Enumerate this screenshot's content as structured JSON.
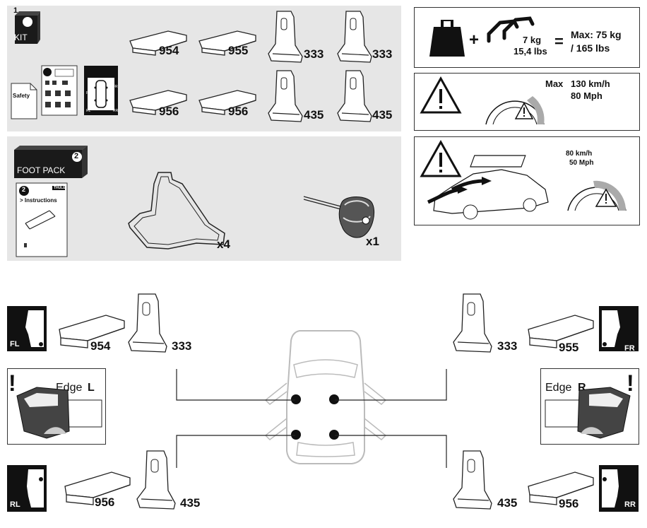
{
  "kit": {
    "step": "1",
    "title": "KIT",
    "safety_label": "Safety",
    "parts": [
      "954",
      "955",
      "333",
      "333",
      "956",
      "956",
      "435",
      "435"
    ]
  },
  "foot_pack": {
    "step": "2",
    "title": "FOOT PACK",
    "booklet_step": "2",
    "booklet_label": "> Instructions",
    "booklet_brand": "THULE",
    "gasket_qty": "x4",
    "tool_qty": "x1"
  },
  "load": {
    "plus": "+",
    "rack_weight_kg": "7 kg",
    "rack_weight_lbs": "15,4 lbs",
    "equals": "=",
    "max_kg": "Max: 75 kg",
    "max_lbs": "/ 165 lbs"
  },
  "speed": {
    "max_label": "Max",
    "kmh": "130 km/h",
    "mph": "80 Mph"
  },
  "wind": {
    "kmh": "80 km/h",
    "mph": "50 Mph"
  },
  "positions": {
    "fl": {
      "tag": "FL",
      "pad": "954",
      "foot": "333"
    },
    "fr": {
      "tag": "FR",
      "pad": "955",
      "foot": "333"
    },
    "rl": {
      "tag": "RL",
      "pad": "956",
      "foot": "435"
    },
    "rr": {
      "tag": "RR",
      "pad": "956",
      "foot": "435"
    }
  },
  "edge": {
    "left_prefix": "Edge",
    "left_side": "L",
    "right_prefix": "Edge",
    "right_side": "R",
    "warn": "!"
  },
  "mini_diagram": {
    "fl": "FL",
    "fr": "FR",
    "rl": "RL",
    "rr": "RR"
  }
}
